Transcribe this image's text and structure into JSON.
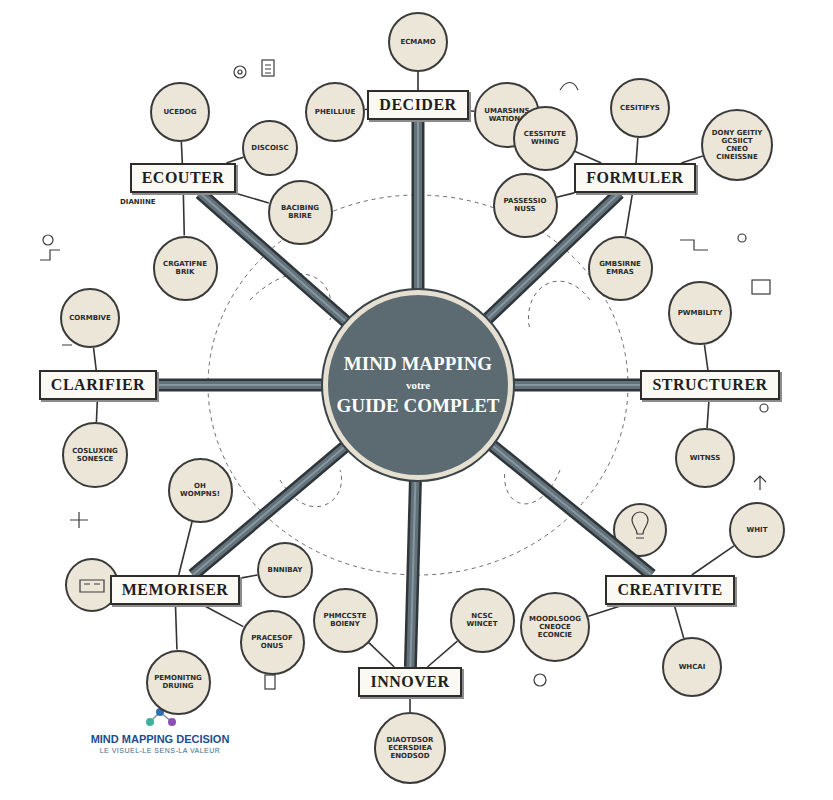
{
  "diagram": {
    "nodes": [
      {
        "text": [
          "MIND MAPPING",
          "votre",
          "GUIDE COMPLET"
        ]
      },
      {
        "text": [
          "DECIDER"
        ]
      },
      {
        "text": [
          "ECOUTER"
        ]
      },
      {
        "text": [
          "FORMULER"
        ]
      },
      {
        "text": [
          "CLARIFIER"
        ]
      },
      {
        "text": [
          "STRUCTURER"
        ]
      },
      {
        "text": [
          "MEMORISER"
        ]
      },
      {
        "text": [
          "CREATIVITE"
        ]
      },
      {
        "text": [
          "INNOVER"
        ]
      },
      {
        "text": [
          "ECMAMO"
        ]
      },
      {
        "text": [
          "PHEILLIUE"
        ]
      },
      {
        "text": [
          "UMARSHNS WATIONC"
        ]
      },
      {
        "text": [
          "UCEDOG"
        ]
      },
      {
        "text": [
          "DISCOISC"
        ]
      },
      {
        "text": [
          "BACIBING BRIRE"
        ]
      },
      {
        "text": [
          "CRGATIFNE BRIK"
        ]
      },
      {
        "text": [
          "CESITIFYS"
        ]
      },
      {
        "text": [
          "CESSITUTE WHING"
        ]
      },
      {
        "text": [
          "DONY GEITIY GCSIICT CNEO CINEISSNE"
        ]
      },
      {
        "text": [
          "PASSESSIO NUSS"
        ]
      },
      {
        "text": [
          "GMBSIRNE EMRAS"
        ]
      },
      {
        "text": [
          "CORMBIVE"
        ]
      },
      {
        "text": [
          "PWMBILITY"
        ]
      },
      {
        "text": [
          "COSLUXING SONESCE"
        ]
      },
      {
        "text": [
          "WITNSS"
        ]
      },
      {
        "text": [
          "OH WOMPNS!"
        ]
      },
      {
        "text": [
          "BNNIBAY"
        ]
      },
      {
        "text": [
          "WHIT"
        ]
      },
      {
        "text": [
          "MOODLSOOG CNEOCE ECONCIE"
        ]
      },
      {
        "text": [
          "PRACESOF ONUS"
        ]
      },
      {
        "text": [
          "PHMCCSTE BOIENY"
        ]
      },
      {
        "text": [
          "NCSC WINCET"
        ]
      },
      {
        "text": [
          "WHCAI"
        ]
      },
      {
        "text": [
          "PEMONITNG DRUING"
        ]
      },
      {
        "text": [
          "DIAOTDSOR ECERSDIEA ENODSOD"
        ]
      }
    ],
    "edges": [
      {
        "from": 0,
        "to": 1,
        "arrow": "none"
      },
      {
        "from": 0,
        "to": 2,
        "arrow": "none"
      },
      {
        "from": 0,
        "to": 3,
        "arrow": "none"
      },
      {
        "from": 0,
        "to": 4,
        "arrow": "none"
      },
      {
        "from": 0,
        "to": 5,
        "arrow": "none"
      },
      {
        "from": 0,
        "to": 6,
        "arrow": "none"
      },
      {
        "from": 0,
        "to": 7,
        "arrow": "none"
      },
      {
        "from": 0,
        "to": 8,
        "arrow": "none"
      },
      {
        "from": 1,
        "to": 9,
        "arrow": "none"
      },
      {
        "from": 1,
        "to": 10,
        "arrow": "none"
      },
      {
        "from": 1,
        "to": 11,
        "arrow": "none"
      },
      {
        "from": 2,
        "to": 12,
        "arrow": "none"
      },
      {
        "from": 2,
        "to": 13,
        "arrow": "none"
      },
      {
        "from": 2,
        "to": 14,
        "arrow": "none"
      },
      {
        "from": 2,
        "to": 15,
        "arrow": "none"
      },
      {
        "from": 3,
        "to": 16,
        "arrow": "none"
      },
      {
        "from": 3,
        "to": 17,
        "arrow": "none"
      },
      {
        "from": 3,
        "to": 18,
        "arrow": "none"
      },
      {
        "from": 3,
        "to": 19,
        "arrow": "none"
      },
      {
        "from": 3,
        "to": 20,
        "arrow": "none"
      },
      {
        "from": 4,
        "to": 21,
        "arrow": "none"
      },
      {
        "from": 5,
        "to": 22,
        "arrow": "none"
      },
      {
        "from": 4,
        "to": 23,
        "arrow": "none"
      },
      {
        "from": 5,
        "to": 24,
        "arrow": "none"
      },
      {
        "from": 6,
        "to": 25,
        "arrow": "none"
      },
      {
        "from": 6,
        "to": 26,
        "arrow": "none"
      },
      {
        "from": 7,
        "to": 27,
        "arrow": "none"
      },
      {
        "from": 7,
        "to": 28,
        "arrow": "none"
      },
      {
        "from": 6,
        "to": 29,
        "arrow": "none"
      },
      {
        "from": 8,
        "to": 30,
        "arrow": "none"
      },
      {
        "from": 8,
        "to": 31,
        "arrow": "none"
      },
      {
        "from": 7,
        "to": 32,
        "arrow": "none"
      },
      {
        "from": 6,
        "to": 33,
        "arrow": "none"
      },
      {
        "from": 8,
        "to": 34,
        "arrow": "none"
      }
    ],
    "labels": [
      "DIANIINE",
      "MIND MAPPING DECISION",
      "LE VISUEL-LE SENS-LA VALEUR"
    ]
  }
}
